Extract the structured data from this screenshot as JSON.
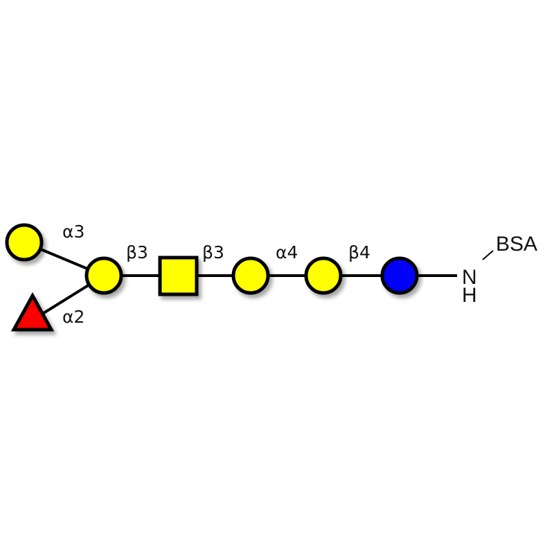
{
  "colors": {
    "galactose": "#ffff00",
    "fucose": "#ff0000",
    "glucose": "#0000ff",
    "bond": "#000000"
  },
  "linkages": {
    "gal_terminal": "α3",
    "fuc": "α2",
    "gal_to_galnac": "β3",
    "galnac_to_gal": "β3",
    "gal_to_gal": "α4",
    "gal_to_glc": "β4"
  },
  "aglycone": {
    "n": "N",
    "h": "H",
    "carrier": "BSA"
  }
}
